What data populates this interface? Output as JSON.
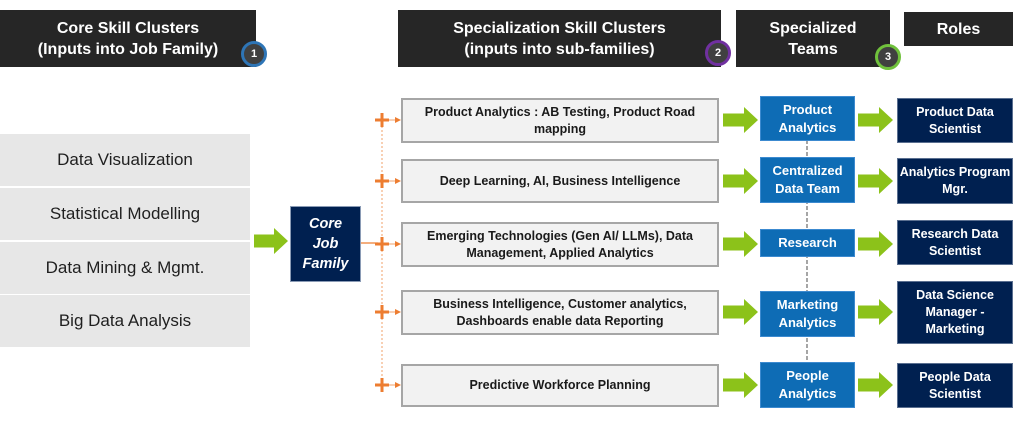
{
  "headers": {
    "core": {
      "line1": "Core Skill Clusters",
      "line2": "(Inputs into Job Family)",
      "badge": "1"
    },
    "specialization": {
      "line1": "Specialization Skill Clusters",
      "line2": "(inputs into sub-families)",
      "badge": "2"
    },
    "teams": {
      "line1": "Specialized",
      "line2": "Teams",
      "badge": "3"
    },
    "roles": {
      "line1": "Roles"
    }
  },
  "core_skills": [
    "Data Visualization",
    "Statistical Modelling",
    "Data Mining & Mgmt.",
    "Big Data Analysis"
  ],
  "core_job_family": {
    "line1": "Core",
    "line2": "Job",
    "line3": "Family"
  },
  "rows": [
    {
      "specialization": "Product Analytics : AB Testing, Product Road mapping",
      "team": "Product Analytics",
      "role": "Product Data Scientist"
    },
    {
      "specialization": "Deep Learning, AI, Business Intelligence",
      "team": "Centralized Data Team",
      "role": "Analytics Program Mgr."
    },
    {
      "specialization": "Emerging Technologies (Gen AI/ LLMs), Data Management, Applied Analytics",
      "team": "Research",
      "role": "Research Data Scientist"
    },
    {
      "specialization": "Business Intelligence, Customer analytics, Dashboards enable data Reporting",
      "team": "Marketing Analytics",
      "role": "Data Science Manager - Marketing"
    },
    {
      "specialization": "Predictive Workforce Planning",
      "team": "People Analytics",
      "role": "People Data Scientist"
    }
  ],
  "colors": {
    "header_bg": "#262626",
    "navy": "#002050",
    "team_blue": "#0e6cb5",
    "arrow_green": "#8cc21a",
    "connector_orange": "#ed7d31",
    "badge1": "#2e75b6",
    "badge2": "#7030a0",
    "badge3": "#70c13c"
  }
}
